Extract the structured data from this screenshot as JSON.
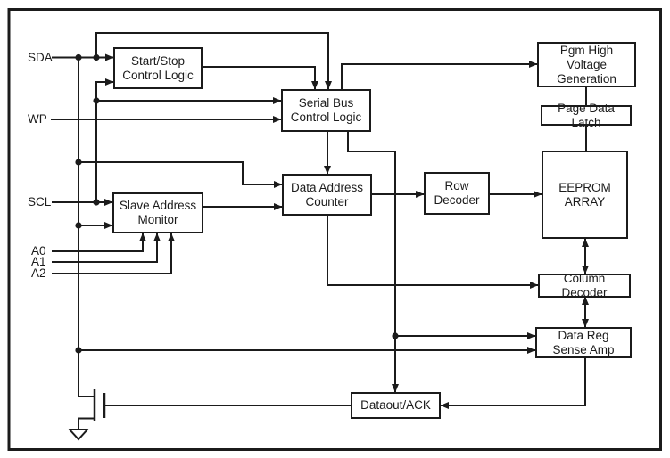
{
  "pins": {
    "sda": {
      "label": "SDA"
    },
    "wp": {
      "label": "WP"
    },
    "scl": {
      "label": "SCL"
    },
    "a0": {
      "label": "A0"
    },
    "a1": {
      "label": "A1"
    },
    "a2": {
      "label": "A2"
    }
  },
  "blocks": {
    "start_stop": {
      "label": "Start/Stop\nControl Logic"
    },
    "serial_bus": {
      "label": "Serial Bus\nControl Logic"
    },
    "slave_address": {
      "label": "Slave Address\nMonitor"
    },
    "data_address": {
      "label": "Data Address\nCounter"
    },
    "row_decoder": {
      "label": "Row\nDecoder"
    },
    "eeprom_array": {
      "label": "EEPROM\nARRAY"
    },
    "pgm_high_voltage": {
      "label": "Pgm High Voltage\nGeneration"
    },
    "page_data_latch": {
      "label": "Page Data Latch"
    },
    "column_decoder": {
      "label": "Column Decoder"
    },
    "data_reg_sense_amp": {
      "label": "Data Reg\nSense Amp"
    },
    "dataout_ack": {
      "label": "Dataout/ACK"
    }
  },
  "colors": {
    "line": "#1b1b1b",
    "background": "#ffffff"
  }
}
